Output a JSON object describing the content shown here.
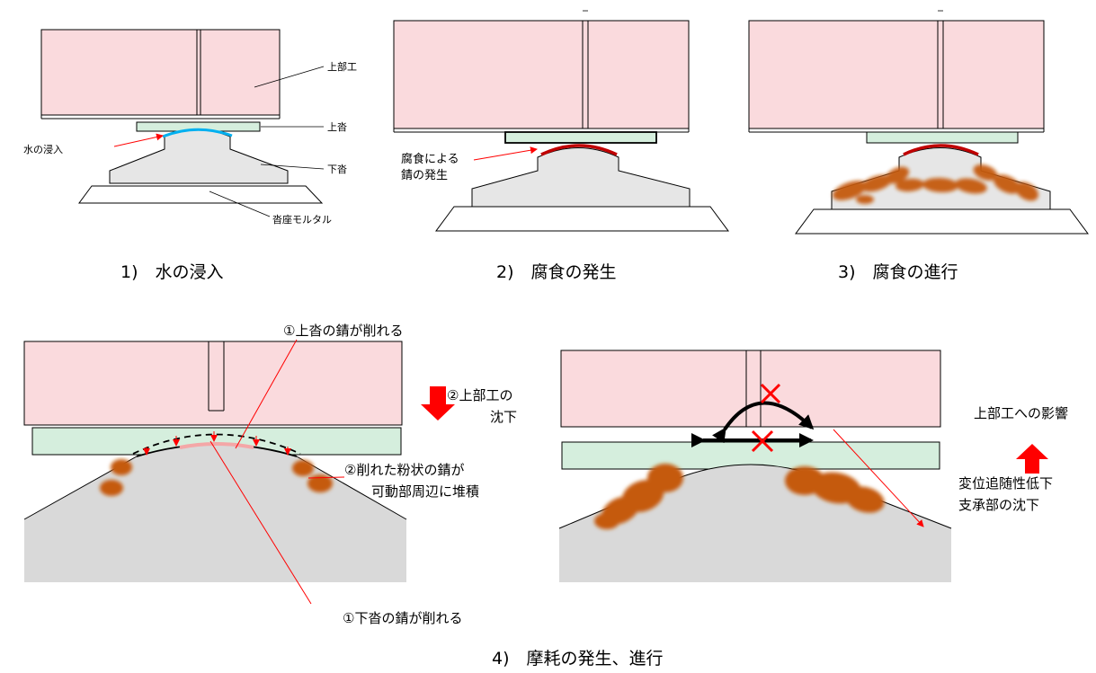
{
  "panel1": {
    "caption": "1)　水の浸入",
    "labels": {
      "superstructure": "上部工",
      "upper_shoe": "上沓",
      "water": "水の浸入",
      "lower_shoe": "下沓",
      "mortar": "沓座モルタル"
    }
  },
  "panel2": {
    "caption": "2)　腐食の発生",
    "labels": {
      "rust_line1": "腐食による",
      "rust_line2": "錆の発生"
    }
  },
  "panel3": {
    "caption": "3)　腐食の進行"
  },
  "panel4": {
    "caption": "4)　摩耗の発生、進行",
    "labels": {
      "upper_rust": "①上沓の錆が削れる",
      "lower_rust": "①下沓の錆が削れる",
      "settle_line1": "②上部工の",
      "settle_line2": "沈下",
      "powder_line1": "②削れた粉状の錆が",
      "powder_line2": "可動部周辺に堆積",
      "impact": "上部工への影響",
      "effect_line1": "変位追随性低下",
      "effect_line2": "支承部の沈下"
    }
  },
  "colors": {
    "superstructure": "#fadadd",
    "upper_shoe": "#d5eedd",
    "lower_shoe": "#e6e6e6",
    "lower_shoe_large": "#d9d9d9",
    "rust": "#c55a11",
    "leader": "#ff0000",
    "water": "#00b0f0"
  }
}
